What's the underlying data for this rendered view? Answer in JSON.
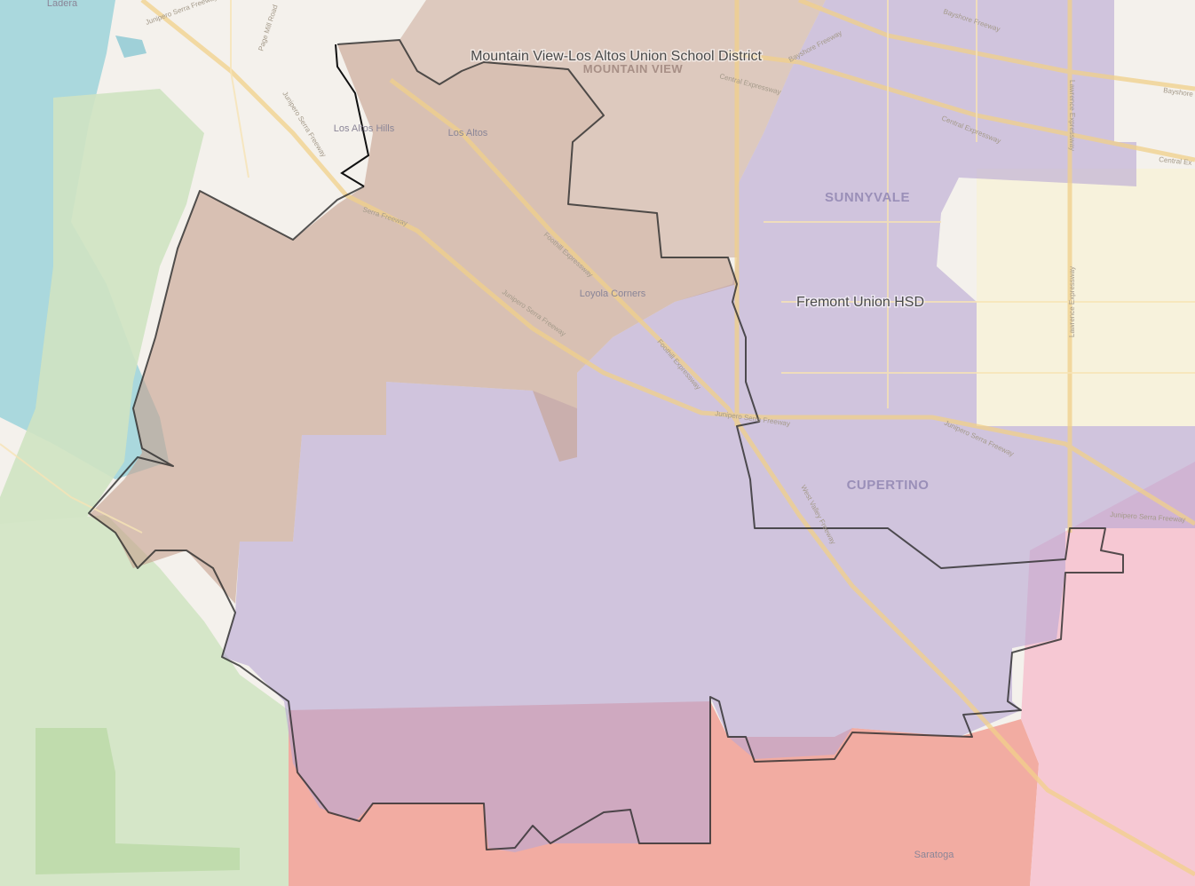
{
  "map": {
    "district_labels": {
      "mountain_view_los_altos": "Mountain View-Los Altos Union School District",
      "fremont_union": "Fremont Union HSD"
    },
    "city_labels": {
      "mountain_view": "MOUNTAIN VIEW",
      "sunnyvale": "SUNNYVALE",
      "cupertino": "CUPERTINO"
    },
    "place_labels": {
      "ladera": "Ladera",
      "los_altos_hills": "Los Altos Hills",
      "los_altos": "Los Altos",
      "loyola_corners": "Loyola Corners",
      "saratoga": "Saratoga"
    },
    "road_labels": {
      "junipero_serra_freeway": "Junipero Serra Freeway",
      "page_mill_road": "Page Mill Road",
      "foothill_expressway": "Foothill Expressway",
      "central_expressway": "Central Expressway",
      "central_expwy_short": "Central Ex",
      "bayshore_freeway": "Bayshore Freeway",
      "bayshore_short": "Bayshore",
      "lawrence_expressway": "Lawrence Expressway",
      "west_valley_freeway": "West Valley Freeway",
      "serra_freeway": "Serra Freeway"
    },
    "colors": {
      "basemap": "#f4f1ec",
      "water": "#aad8dd",
      "vegetation": "#cfe3c2",
      "mv_los_altos_district": "#c6a28f",
      "fremont_union_district": "#b8a6d3",
      "red_district": "#f2a49a",
      "pink_district": "#f6c3d0",
      "boundary": "#2b2b2b"
    }
  }
}
